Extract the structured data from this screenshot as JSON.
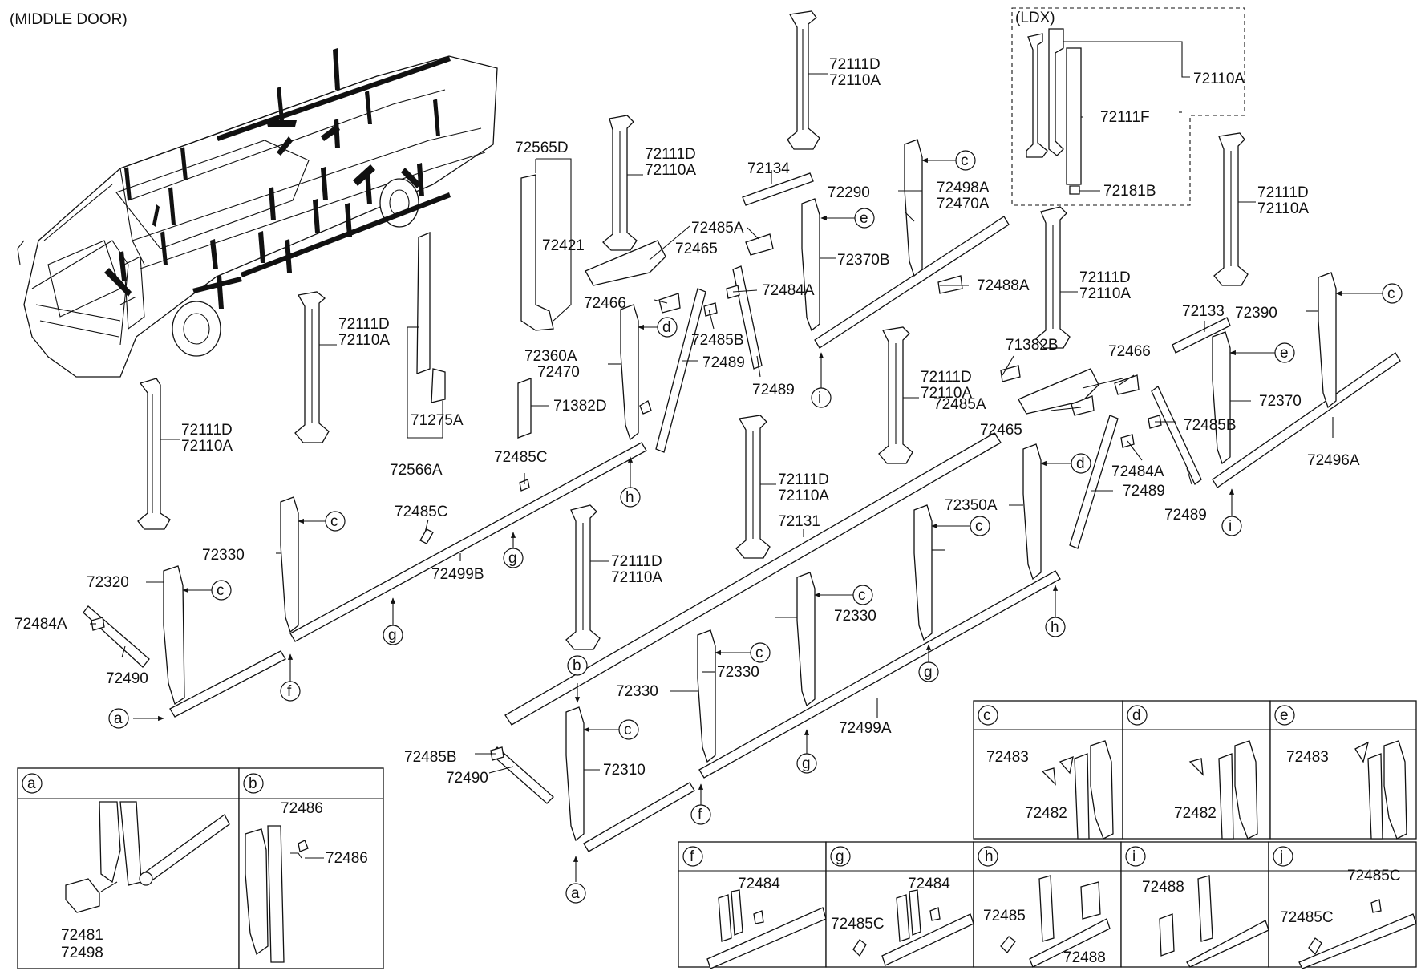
{
  "title": "(MIDDLE DOOR)",
  "ldx_label": "(LDX)",
  "parts": {
    "p72111D": "72111D",
    "p72110A": "72110A",
    "p72111F": "72111F",
    "p72181B": "72181B",
    "p72565D": "72565D",
    "p72566A": "72566A",
    "p72421": "72421",
    "p71275A": "71275A",
    "p72134": "72134",
    "p72133": "72133",
    "p72131": "72131",
    "p72485A": "72485A",
    "p72485B": "72485B",
    "p72485C": "72485C",
    "p72465": "72465",
    "p72466": "72466",
    "p72484A": "72484A",
    "p72484": "72484",
    "p72489": "72489",
    "p72490": "72490",
    "p72290": "72290",
    "p72370B": "72370B",
    "p72370": "72370",
    "p72390": "72390",
    "p72498A": "72498A",
    "p72470A": "72470A",
    "p72488A": "72488A",
    "p72488": "72488",
    "p71382B": "71382B",
    "p71382D": "71382D",
    "p72360A": "72360A",
    "p72470": "72470",
    "p72350A": "72350A",
    "p72330": "72330",
    "p72320": "72320",
    "p72310": "72310",
    "p72499A": "72499A",
    "p72499B": "72499B",
    "p72496A": "72496A",
    "p72483": "72483",
    "p72482": "72482",
    "p72481": "72481",
    "p72498": "72498",
    "p72486": "72486",
    "p72485": "72485"
  },
  "callouts": {
    "a": "a",
    "b": "b",
    "c": "c",
    "d": "d",
    "e": "e",
    "f": "f",
    "g": "g",
    "h": "h",
    "i": "i",
    "j": "j"
  }
}
